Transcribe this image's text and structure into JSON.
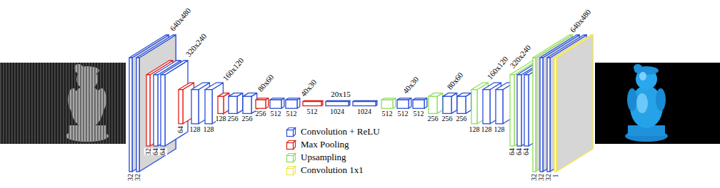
{
  "diagram": {
    "labels": [
      "640x480",
      "320x240",
      "160x120",
      "80x60",
      "40x30",
      "20x15",
      "40x30",
      "80x60",
      "160x120",
      "320x240",
      "640x480",
      "32",
      "32",
      "32",
      "64",
      "64",
      "64",
      "128",
      "128",
      "128",
      "256",
      "256",
      "256",
      "512",
      "512",
      "512",
      "1024",
      "1024",
      "512",
      "512",
      "512",
      "256",
      "256",
      "256",
      "128",
      "128",
      "128",
      "64",
      "64",
      "64",
      "32",
      "32",
      "32",
      "1"
    ],
    "legend": [
      {
        "text": "Convolution + ReLU",
        "color": "#2b4fd6"
      },
      {
        "text": "Max Pooling",
        "color": "#e0201b"
      },
      {
        "text": "Upsampling",
        "color": "#8ee05a"
      },
      {
        "text": "Convolution 1x1",
        "color": "#f2e64a"
      }
    ]
  }
}
